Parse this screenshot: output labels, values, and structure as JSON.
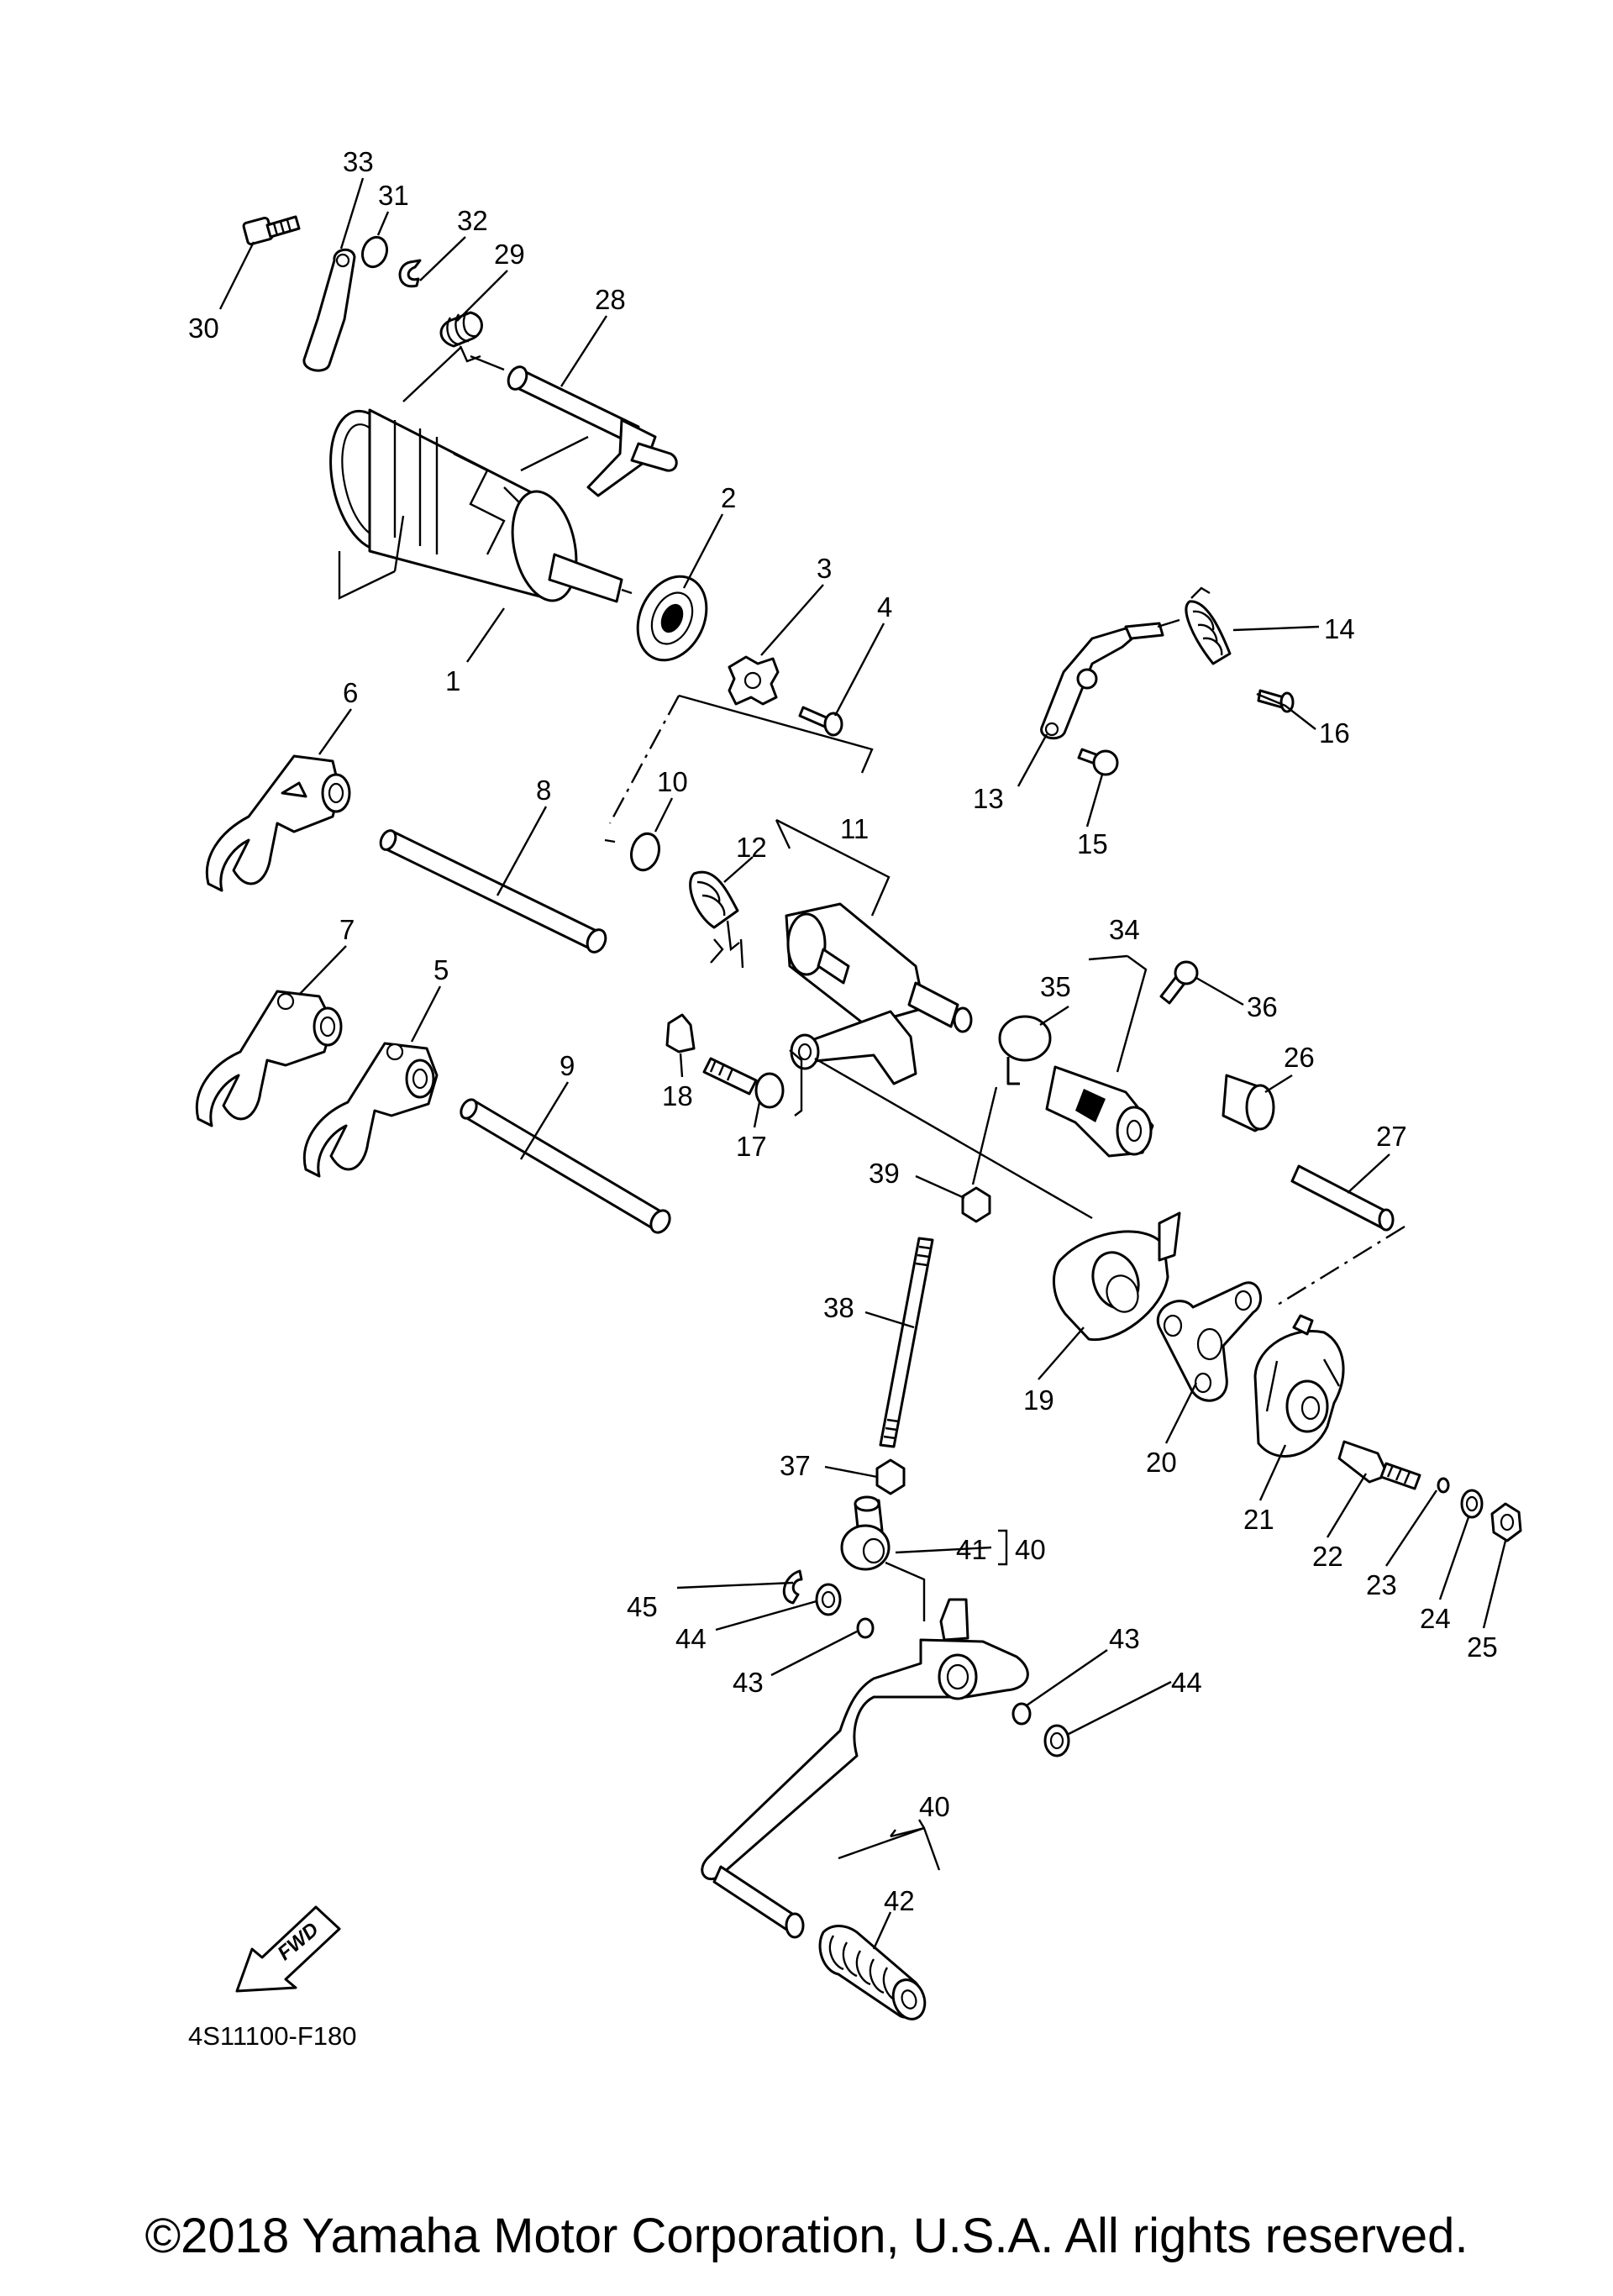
{
  "diagram": {
    "labels": [
      "1",
      "2",
      "3",
      "4",
      "5",
      "6",
      "7",
      "8",
      "9",
      "10",
      "11",
      "12",
      "13",
      "14",
      "15",
      "16",
      "17",
      "18",
      "19",
      "20",
      "21",
      "22",
      "23",
      "24",
      "25",
      "26",
      "27",
      "28",
      "29",
      "30",
      "31",
      "32",
      "33",
      "34",
      "35",
      "36",
      "37",
      "38",
      "39",
      "40",
      "41",
      "42",
      "43",
      "44",
      "45"
    ],
    "fwd_text": "FWD",
    "code": "4S11100-F180"
  },
  "footer": {
    "copyright": "©2018 Yamaha Motor Corporation, U.S.A. All rights reserved."
  }
}
